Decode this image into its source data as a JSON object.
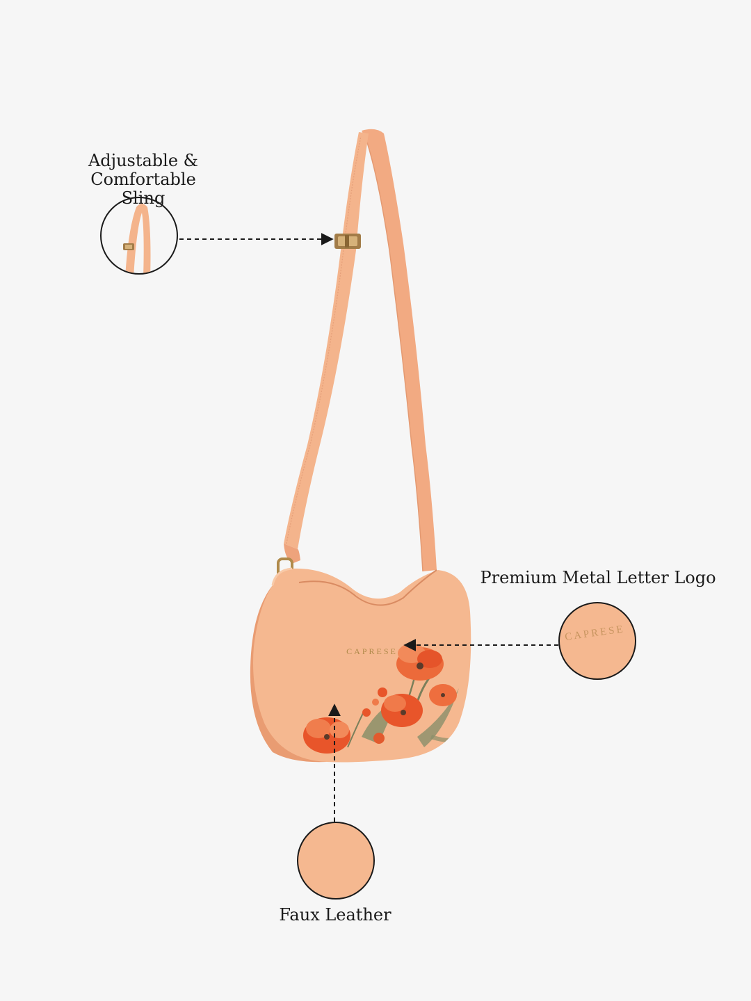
{
  "callouts": {
    "sling": {
      "label_line1": "Adjustable & Comfortable",
      "label_line2": "Sling"
    },
    "logo": {
      "label": "Premium Metal Letter Logo"
    },
    "leather": {
      "label": "Faux Leather"
    }
  },
  "brand": {
    "logo_text": "CAPRESE"
  },
  "colors": {
    "background": "#f6f6f6",
    "bag_peach": "#f4b48c",
    "bag_shadow": "#e79b70",
    "flower_orange": "#e8552a",
    "leaf_green": "#8a8f6a",
    "hardware_gold": "#b08a4a",
    "text": "#1a1a1a"
  }
}
